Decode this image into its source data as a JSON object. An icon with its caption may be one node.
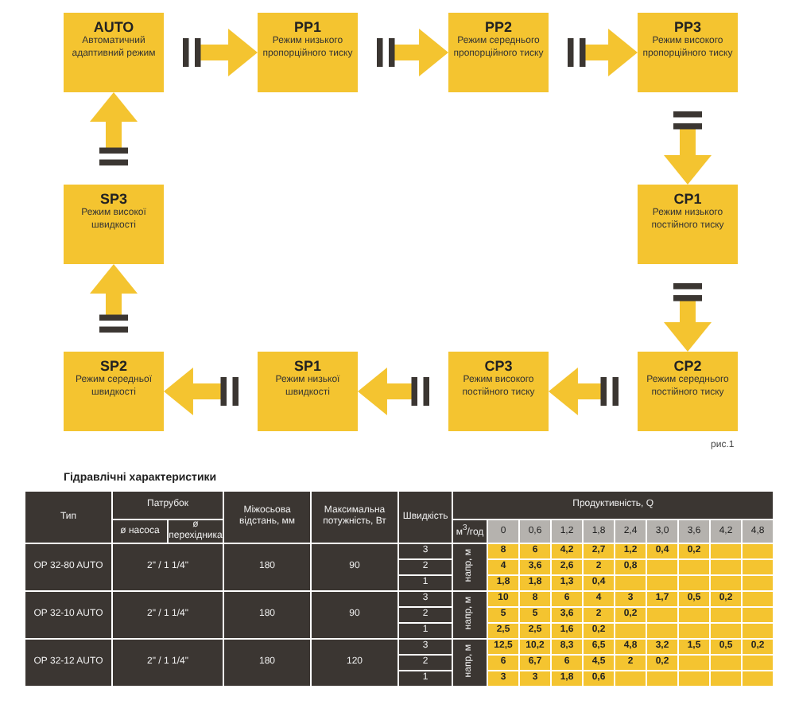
{
  "diagram": {
    "nodes": [
      {
        "text": [
          "AUTO",
          "Автоматичний адаптивний режим"
        ]
      },
      {
        "text": [
          "PP1",
          "Режим низького пропорційного тиску"
        ]
      },
      {
        "text": [
          "PP2",
          "Режим середнього пропорційного тиску"
        ]
      },
      {
        "text": [
          "PP3",
          "Режим високого пропорційного тиску"
        ]
      },
      {
        "text": [
          "SP3",
          "Режим високої швидкості"
        ]
      },
      {
        "text": [
          "CP1",
          "Режим низького постійного тиску"
        ]
      },
      {
        "text": [
          "SP2",
          "Режим середньої швидкості"
        ]
      },
      {
        "text": [
          "SP1",
          "Режим низької швидкості"
        ]
      },
      {
        "text": [
          "CP3",
          "Режим високого постійного тиску"
        ]
      },
      {
        "text": [
          "CP2",
          "Режим середнього постійного тиску"
        ]
      }
    ],
    "edges": [
      {
        "from": 0,
        "to": 1,
        "arrow": "to"
      },
      {
        "from": 1,
        "to": 2,
        "arrow": "to"
      },
      {
        "from": 2,
        "to": 3,
        "arrow": "to"
      },
      {
        "from": 3,
        "to": 5,
        "arrow": "to"
      },
      {
        "from": 5,
        "to": 9,
        "arrow": "to"
      },
      {
        "from": 9,
        "to": 8,
        "arrow": "to"
      },
      {
        "from": 8,
        "to": 7,
        "arrow": "to"
      },
      {
        "from": 7,
        "to": 6,
        "arrow": "to"
      },
      {
        "from": 6,
        "to": 4,
        "arrow": "to"
      },
      {
        "from": 4,
        "to": 0,
        "arrow": "to"
      }
    ],
    "labels": [
      "рис.1",
      "Гідравлічні характеристики",
      "Тип",
      "Патрубок",
      "Міжосьова відстань, мм",
      "Максимальна потужність, Вт",
      "Швидкість",
      "Продуктивність, Q",
      "ø насоса",
      "ø перехідника",
      "м$^{3}$/год",
      "0",
      "0,6",
      "1,2",
      "1,8",
      "2,4",
      "3,0",
      "3,6",
      "4,2",
      "4,8",
      "OP 32-80 AUTO",
      "2\" / 1 1/4\"",
      "180",
      "90",
      "3",
      "напр, м",
      "8",
      "6",
      "4,2",
      "2,7",
      "1,2",
      "0,4",
      "0,2",
      "2",
      "4",
      "3,6",
      "2,6",
      "2",
      "0,8",
      "1",
      "1,8",
      "1,8",
      "1,3",
      "0,4",
      "OP 32-10 AUTO",
      "2\" / 1 1/4\"",
      "180",
      "90",
      "3",
      "напр, м",
      "10",
      "8",
      "6",
      "4",
      "3",
      "1,7",
      "0,5",
      "0,2",
      "2",
      "5",
      "5",
      "3,6",
      "2",
      "0,2",
      "1",
      "2,5",
      "2,5",
      "1,6",
      "0,2",
      "OP 32-12 AUTO",
      "2\" / 1 1/4\"",
      "180",
      "120",
      "3",
      "напр, м",
      "12,5",
      "10,2",
      "8,3",
      "6,5",
      "4,8",
      "3,2",
      "1,5",
      "0,5",
      "0,2",
      "2",
      "6",
      "6,7",
      "6",
      "4,5",
      "2",
      "0,2",
      "1",
      "3",
      "3",
      "1,8",
      "0,6"
    ]
  }
}
